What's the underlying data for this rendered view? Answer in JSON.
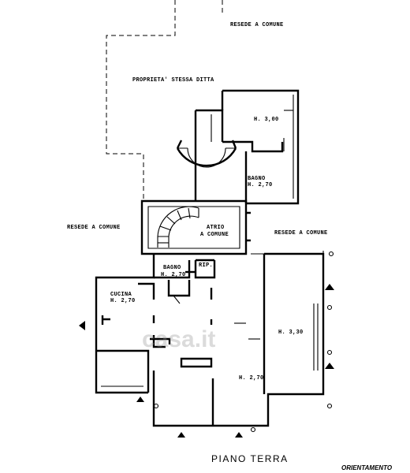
{
  "labels": {
    "resede_top": "RESEDE A COMUNE",
    "proprieta": "PROPRIETA' STESSA DITTA",
    "room_h300": "H. 3,00",
    "bagno_upper": "BAGNO",
    "bagno_upper_h": "H. 2,70",
    "resede_left": "RESEDE A COMUNE",
    "atrio_1": "ATRIO",
    "atrio_2": "A COMUNE",
    "resede_right": "RESEDE A COMUNE",
    "bagno_lower": "BAGNO",
    "bagno_lower_h": "H. 2,70",
    "rip": "RIP.",
    "cucina": "CUCINA",
    "cucina_h": "H. 2,70",
    "room_h330": "H. 3,30",
    "room_h270": "H. 2,70"
  },
  "title": "PIANO TERRA",
  "orientation": "ORIENTAMENTO",
  "watermark": "casa.it"
}
